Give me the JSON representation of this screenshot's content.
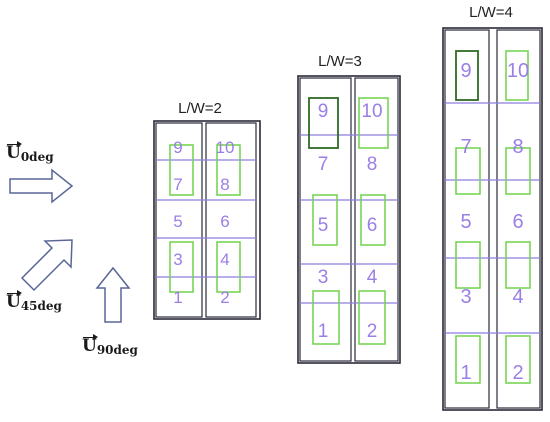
{
  "wind_labels": [
    {
      "base": "U",
      "sub": "0deg"
    },
    {
      "base": "U",
      "sub": "45deg"
    },
    {
      "base": "U",
      "sub": "90deg"
    }
  ],
  "panels": [
    {
      "label": "L/W=2",
      "slots": [
        "9",
        "10",
        "7",
        "8",
        "5",
        "6",
        "3",
        "4",
        "1",
        "2"
      ]
    },
    {
      "label": "L/W=3",
      "slots": [
        "9",
        "10",
        "7",
        "8",
        "5",
        "6",
        "3",
        "4",
        "1",
        "2"
      ]
    },
    {
      "label": "L/W=4",
      "slots": [
        "9",
        "10",
        "7",
        "8",
        "5",
        "6",
        "3",
        "4",
        "1",
        "2"
      ]
    }
  ],
  "colors": {
    "outline": "#2a2a3a",
    "grid_line": "#8c7fe0",
    "number": "#9b7ee6",
    "box": "#6fd24a",
    "box_dark": "#2f6b23",
    "arrow": "#5a6699"
  }
}
